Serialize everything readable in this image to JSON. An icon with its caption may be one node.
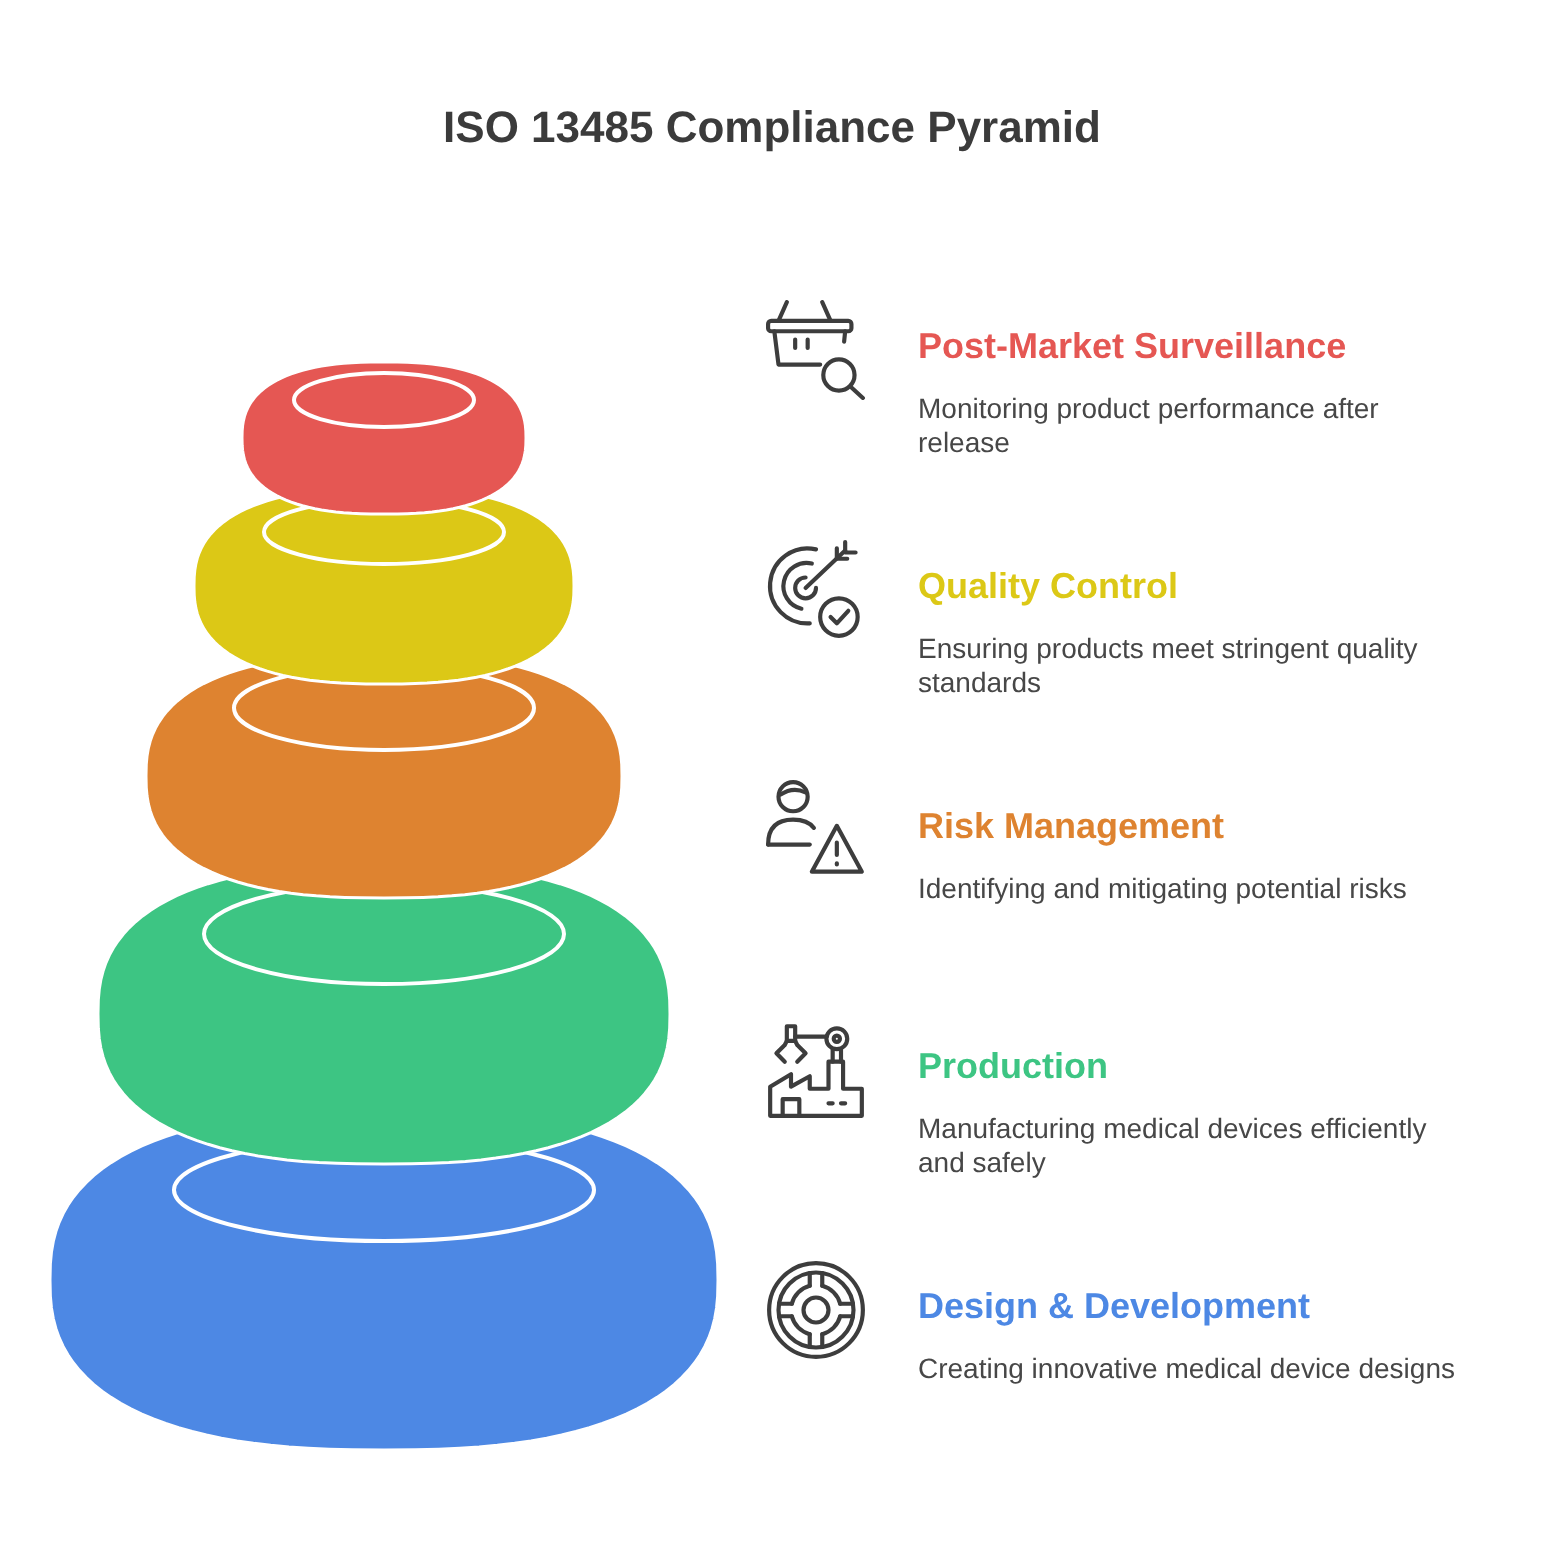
{
  "diagram": {
    "title": "ISO 13485 Compliance Pyramid",
    "nodes": [
      {
        "text": [
          "Post-Market Surveillance",
          "Monitoring product performance after release"
        ]
      },
      {
        "text": [
          "Quality Control",
          "Ensuring products meet stringent quality standards"
        ]
      },
      {
        "text": [
          "Risk Management",
          "Identifying and mitigating potential risks"
        ]
      },
      {
        "text": [
          "Production",
          "Manufacturing medical devices efficiently and safely"
        ]
      },
      {
        "text": [
          "Design & Development",
          "Creating innovative medical device designs"
        ]
      }
    ]
  }
}
